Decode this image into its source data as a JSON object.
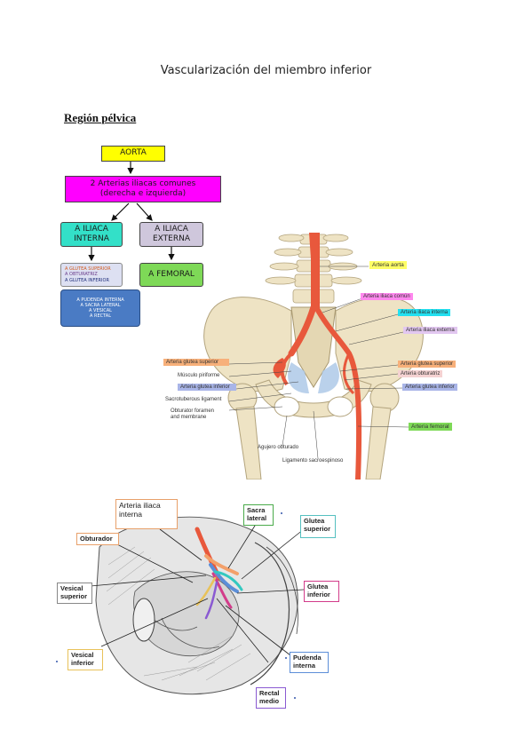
{
  "document": {
    "title": "Vascularización del miembro inferior",
    "section_title": "Región pélvica"
  },
  "flowchart": {
    "aorta": "AORTA",
    "iliacas_comunes": [
      "2 Arterias iliacas comunes",
      "(derecha e izquierda)"
    ],
    "iliaca_interna": [
      "A ILIACA",
      "INTERNA"
    ],
    "iliaca_externa": [
      "A ILIACA",
      "EXTERNA"
    ],
    "ramas_parietales": [
      "A GLUTEA SUPERIOR",
      "A OBTURATRIZ",
      "A GLUTEA INFERIOR"
    ],
    "femoral": "A FEMORAL",
    "ramas_viscerales": [
      "A PUDENDA INTERNA",
      "A SACRA LATERAL",
      "A VESICAL",
      "A RECTAL"
    ],
    "colors": {
      "aorta": "#ffff00",
      "iliacas": "#ff00ff",
      "interna": "#33e0c8",
      "externa": "#cfc7dc",
      "femoral": "#7ed957",
      "parietales": "#dde0f2",
      "viscerales": "#4a7bc4"
    }
  },
  "pelvis_figure": {
    "labels": {
      "arteria_aorta": "Arteria aorta",
      "iliaca_comun": "Arteria iliaca común",
      "iliaca_interna": "Arteria iliaca interna",
      "iliaca_externa": "Arteria iliaca externa",
      "glutea_superior_left": "Arteria glutea superior",
      "musculo_piriforme": "Músculo piriforme",
      "glutea_inferior_left": "Arteria glutea inferior",
      "sacrotuberous": "Sacrotuberous ligament",
      "obturator_foramen": [
        "Obturator foramen",
        "and membrane"
      ],
      "glutea_superior_right": "Arteria glutea superior",
      "obturatriz": "Arteria obturatriz",
      "glutea_inferior_right": "Arteria glutea inferior",
      "femoral": "Arteria femoral",
      "agujero_obturado": "Agujero obturado",
      "ligamento_sacroespinoso": "Ligamento sacroespinoso"
    }
  },
  "lateral_figure": {
    "labels": {
      "iliaca_interna": [
        "Arteria iliaca",
        "interna"
      ],
      "sacra_lateral": [
        "Sacra",
        "lateral"
      ],
      "glutea_superior": [
        "Glutea",
        "superior"
      ],
      "obturador": "Obturador",
      "vesical_superior": [
        "Vesical",
        "superior"
      ],
      "glutea_inferior": [
        "Glutea",
        "inferior"
      ],
      "vesical_inferior": [
        "Vesical",
        "inferior"
      ],
      "pudenda_interna": [
        "Pudenda",
        "interna"
      ],
      "rectal_medio": [
        "Rectal",
        "medio"
      ]
    }
  }
}
